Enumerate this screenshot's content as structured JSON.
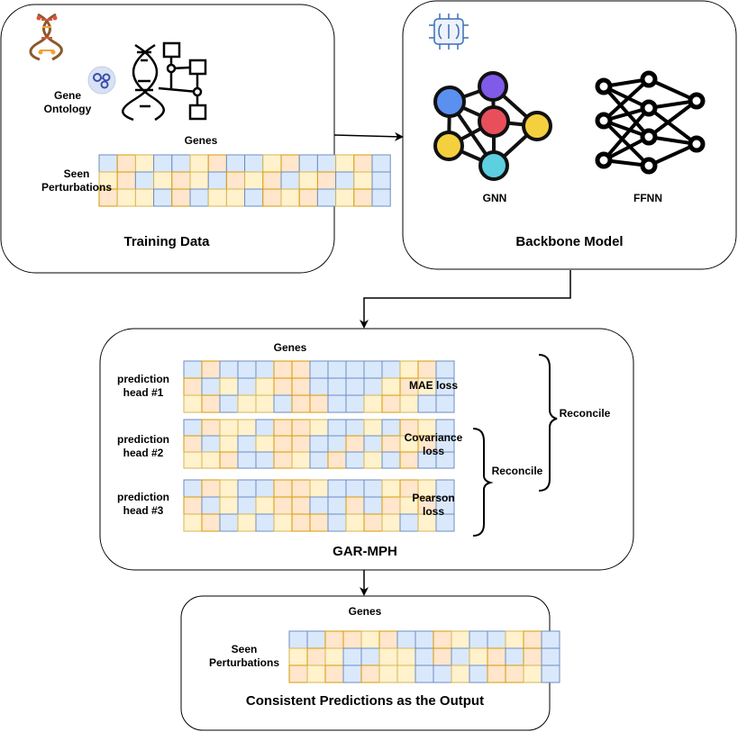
{
  "training_data": {
    "title": "Training Data",
    "gene_ontology": "Gene\nOntology",
    "genes": "Genes",
    "seen_perturbations": "Seen\nPerturbations"
  },
  "backbone": {
    "title": "Backbone Model",
    "gnn": "GNN",
    "ffnn": "FFNN"
  },
  "gar_mph": {
    "title": "GAR-MPH",
    "genes": "Genes",
    "heads": [
      {
        "name": "prediction\nhead #1",
        "loss": "MAE loss"
      },
      {
        "name": "prediction\nhead #2",
        "loss": "Covariance\nloss"
      },
      {
        "name": "prediction\nhead #3",
        "loss": "Pearson\nloss"
      }
    ],
    "reconcile_outer": "Reconcile",
    "reconcile_inner": "Reconcile"
  },
  "output": {
    "title": "Consistent Predictions as the Output",
    "genes": "Genes",
    "seen_perturbations": "Seen\nPerturbations"
  },
  "colors": {
    "blue": "#dae8fc",
    "blue_border": "#6c8ebf",
    "yellow": "#fff2cc",
    "yellow_border": "#d6b656",
    "orange": "#ffe6cc",
    "orange_border": "#d79b00",
    "gnn_blue": "#5b8ff0",
    "gnn_purple": "#7f5be8",
    "gnn_red": "#e94f5b",
    "gnn_yellow": "#f4d03f",
    "gnn_cyan": "#5ccfe0"
  }
}
